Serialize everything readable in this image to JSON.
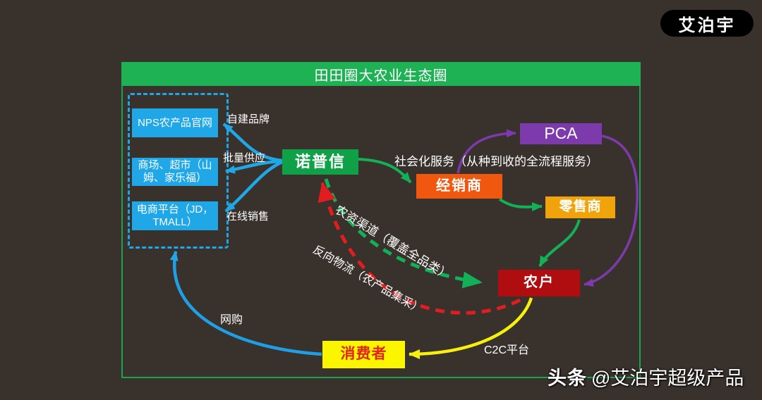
{
  "page": {
    "background": "#39312c"
  },
  "badge": {
    "label": "艾泊宇"
  },
  "watermark": {
    "brand": "头条",
    "handle": "@艾泊宇超级产品"
  },
  "diagram": {
    "title": "田田圈大农业生态圈",
    "nodes": {
      "nps": {
        "label": "NPS农产品官网",
        "color": "#1fa7e8"
      },
      "market": {
        "label": "商场、超市（山姆、家乐福）",
        "color": "#1fa7e8"
      },
      "ecommerce": {
        "label": "电商平台（JD，TMALL）",
        "color": "#1fa7e8"
      },
      "nopuxin": {
        "label": "诺普信",
        "color": "#10a047"
      },
      "pca": {
        "label": "PCA",
        "color": "#7c3aad"
      },
      "dealer": {
        "label": "经销商",
        "color": "#f0570f"
      },
      "retailer": {
        "label": "零售商",
        "color": "#f0a30a"
      },
      "farmer": {
        "label": "农户",
        "color": "#b00d10"
      },
      "consumer": {
        "label": "消费者",
        "color": "#fcf500",
        "text_color": "#e0261c"
      }
    },
    "edges": {
      "self_brand": "自建品牌",
      "bulk_supply": "批量供应",
      "online_sale": "在线销售",
      "social_service": "社会化服务（从种到收的全流程服务）",
      "agri_channel": "农资渠道（覆盖全品类）",
      "reverse_logistics": "反向物流（农产品集采）",
      "online_shopping": "网购",
      "c2c": "C2C平台"
    }
  }
}
